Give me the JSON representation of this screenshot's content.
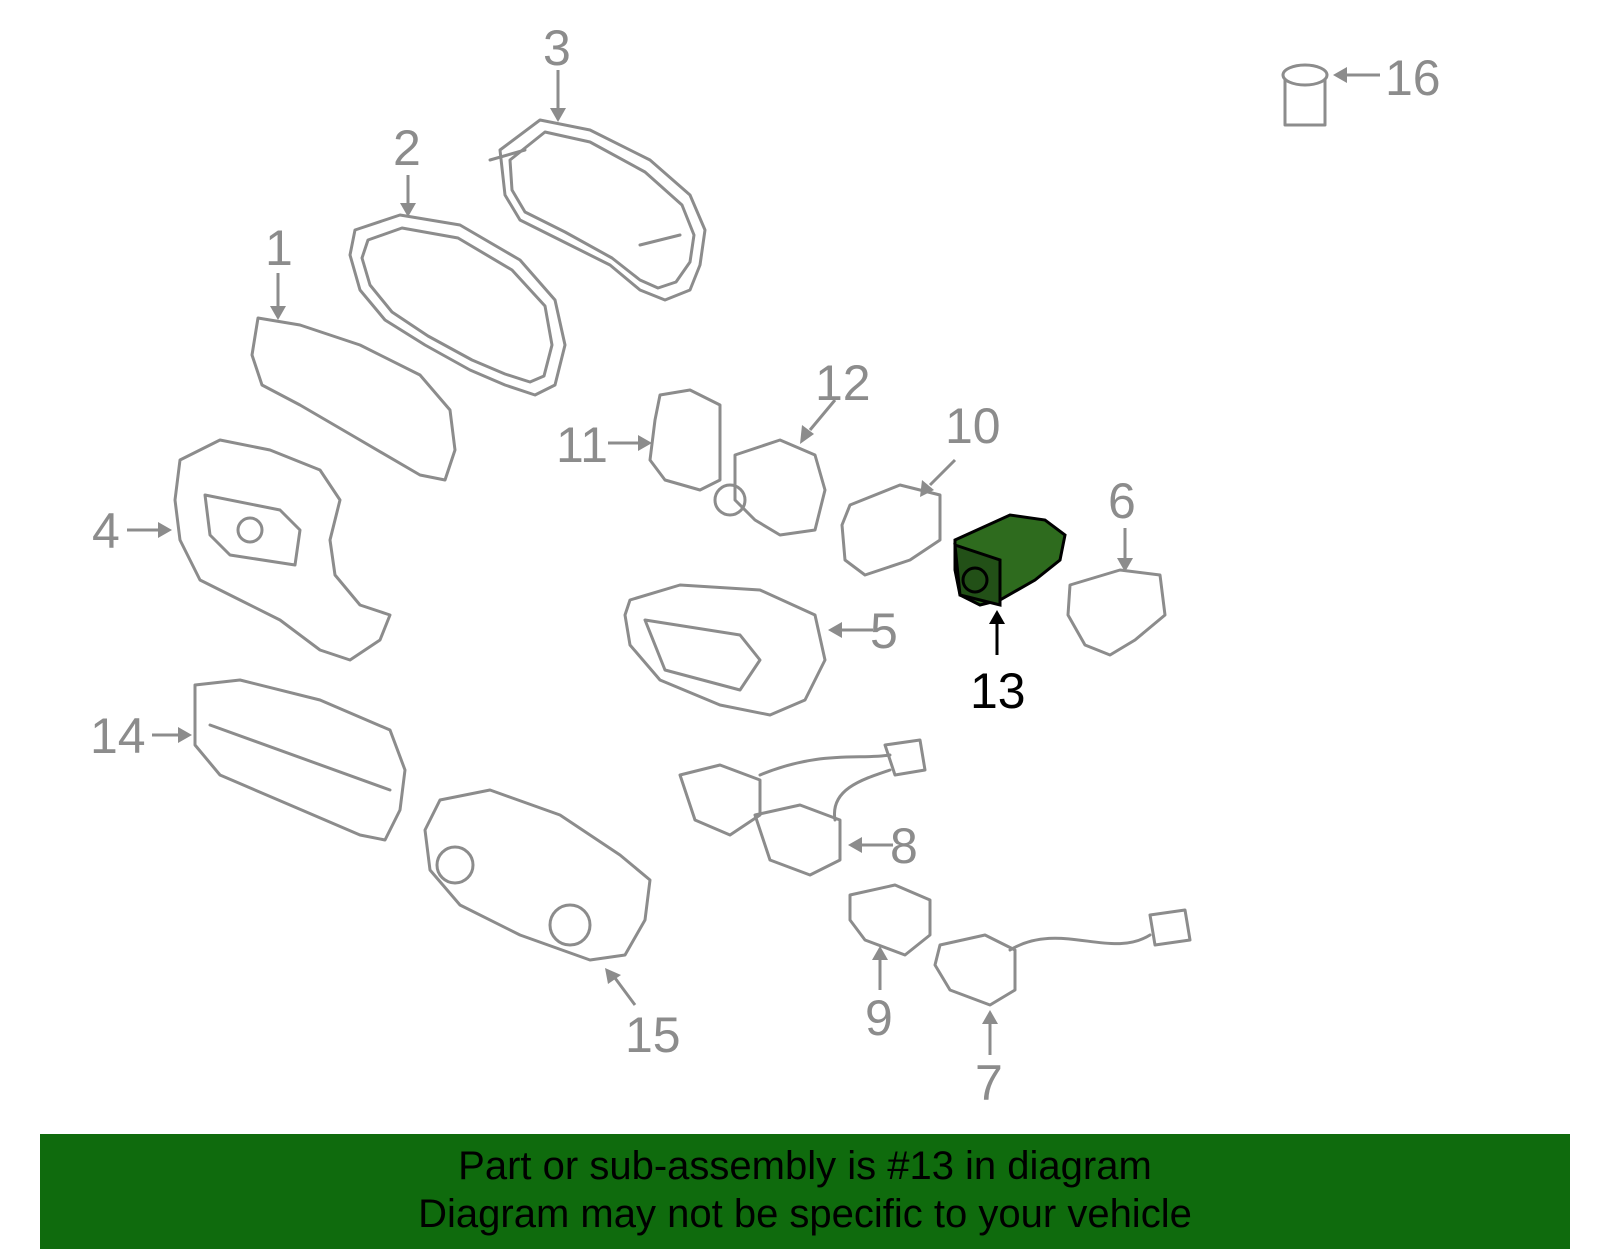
{
  "callouts": [
    "1",
    "2",
    "3",
    "4",
    "5",
    "6",
    "7",
    "8",
    "9",
    "10",
    "11",
    "12",
    "13",
    "14",
    "15",
    "16"
  ],
  "highlight": {
    "label": "13",
    "color": "#2e6b1e"
  },
  "banner": {
    "line1": "Part or sub-assembly is #13 in diagram",
    "line2": "Diagram may not be specific to your vehicle",
    "color": "#0f6b0d"
  }
}
